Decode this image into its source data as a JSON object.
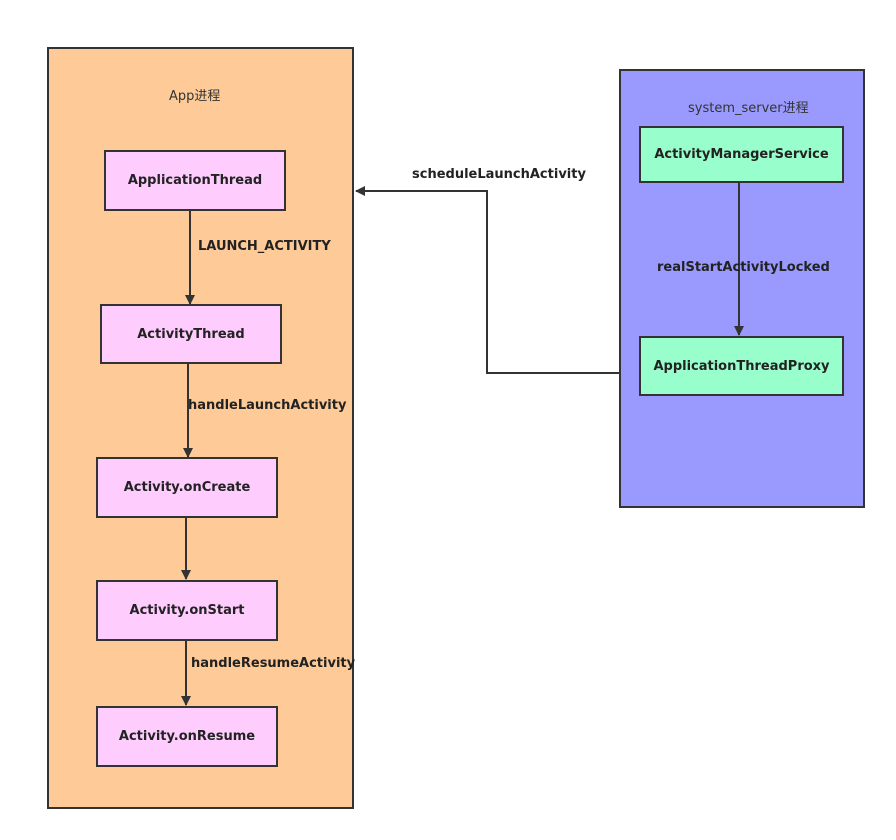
{
  "app_process": {
    "title": "App进程",
    "fill": "#fecb98"
  },
  "system_process": {
    "title": "system_server进程",
    "fill": "#9a9afe"
  },
  "nodes": {
    "application_thread": "ApplicationThread",
    "activity_thread": "ActivityThread",
    "activity_on_create": "Activity.onCreate",
    "activity_on_start": "Activity.onStart",
    "activity_on_resume": "Activity.onResume",
    "activity_manager_service": "ActivityManagerService",
    "application_thread_proxy": "ApplicationThreadProxy"
  },
  "edge_labels": {
    "launch_activity": "LAUNCH_ACTIVITY",
    "handle_launch_activity": "handleLaunchActivity",
    "handle_resume_activity": "handleResumeActivity",
    "schedule_launch_activity": "scheduleLaunchActivity",
    "real_start_activity_locked": "realStartActivityLocked"
  },
  "colors": {
    "app_node_fill": "#fecdfe",
    "system_node_fill": "#98fecb",
    "stroke": "#333333"
  }
}
